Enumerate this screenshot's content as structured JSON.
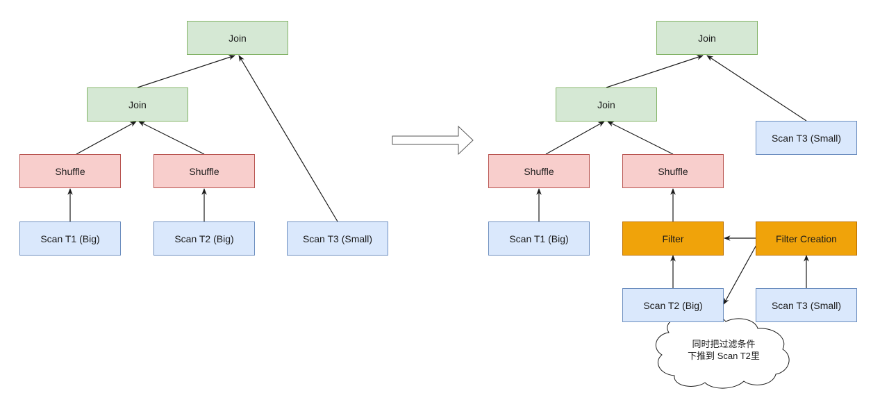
{
  "left": {
    "join_top": "Join",
    "join_mid": "Join",
    "shuffle_1": "Shuffle",
    "shuffle_2": "Shuffle",
    "scan_t1": "Scan T1 (Big)",
    "scan_t2": "Scan T2 (Big)",
    "scan_t3": "Scan T3 (Small)"
  },
  "right": {
    "join_top": "Join",
    "join_mid": "Join",
    "scan_t3_top": "Scan T3 (Small)",
    "shuffle_1": "Shuffle",
    "shuffle_2": "Shuffle",
    "scan_t1": "Scan T1 (Big)",
    "filter": "Filter",
    "filter_creation": "Filter Creation",
    "scan_t2": "Scan T2 (Big)",
    "scan_t3_bottom": "Scan T3 (Small)"
  },
  "cloud": {
    "line1": "同时把过滤条件",
    "line2": "下推到 Scan T2里"
  },
  "colors": {
    "join_fill": "#d5e8d4",
    "shuffle_fill": "#f8cecc",
    "scan_fill": "#dae8fc",
    "filter_fill": "#f0a30a",
    "edge": "#1a1a1a"
  }
}
